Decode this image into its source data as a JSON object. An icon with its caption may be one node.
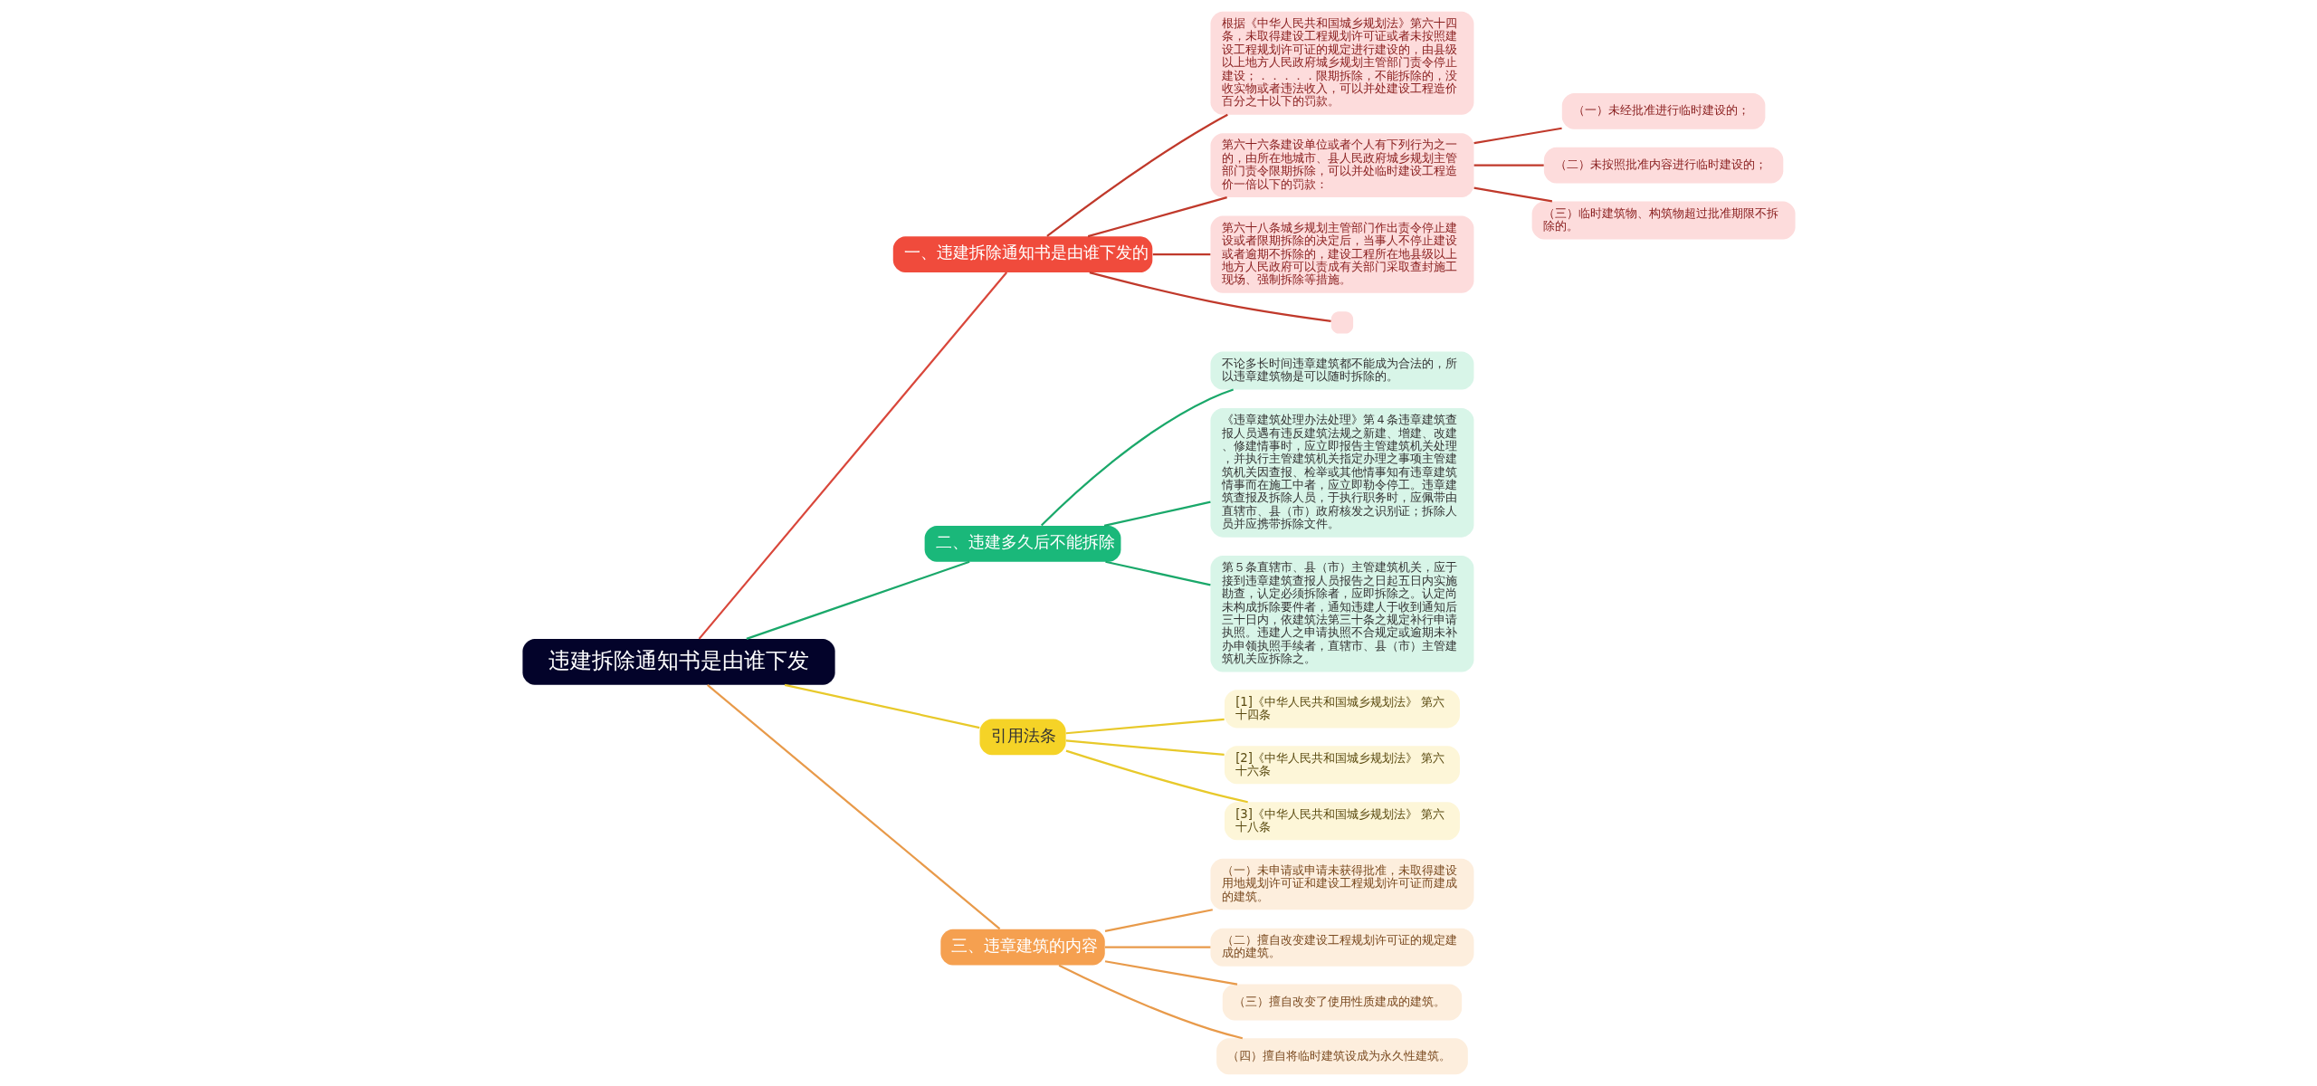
{
  "diagram": {
    "nodes": [
      {
        "text": [
          "违建拆除通知书是由谁下发"
        ]
      },
      {
        "text": [
          "一、违建拆除通知书是由谁下发的"
        ]
      },
      {
        "text": [
          "根据《中华人民共和国城乡规划法》第六十四条，未取得建设工程规划许可证或者未按照建设工程规划许可证的规定进行建设的，由县级以上地方人民政府城乡规划主管部门责令停止建设；．．．．．限期拆除，不能拆除的，没收实物或者违法收入，可以并处建设工程造价百分之十以下的罚款。"
        ]
      },
      {
        "text": [
          "第六十六条建设单位或者个人有下列行为之一的，由所在地城市、县人民政府城乡规划主管部门责令限期拆除，可以并处临时建设工程造价一倍以下的罚款："
        ]
      },
      {
        "text": [
          "（一）未经批准进行临时建设的；"
        ]
      },
      {
        "text": [
          "（二）未按照批准内容进行临时建设的；"
        ]
      },
      {
        "text": [
          "（三）临时建筑物、构筑物超过批准期限不拆除的。"
        ]
      },
      {
        "text": [
          "第六十八条城乡规划主管部门作出责令停止建设或者限期拆除的决定后，当事人不停止建设或者逾期不拆除的，建设工程所在地县级以上地方人民政府可以责成有关部门采取查封施工现场、强制拆除等措施。"
        ]
      },
      {
        "text": [],
        "shape": "box"
      },
      {
        "text": [
          "二、违建多久后不能拆除"
        ]
      },
      {
        "text": [
          "不论多长时间违章建筑都不能成为合法的，所以违章建筑物是可以随时拆除的。"
        ]
      },
      {
        "text": [
          "《违章建筑处理办法处理》第４条违章建筑查报人员遇有违反建筑法规之新建、增建、改建、修建情事时，应立即报告主管建筑机关处理，并执行主管建筑机关指定办理之事项主管建筑机关因查报、检举或其他情事知有违章建筑情事而在施工中者，应立即勒令停工。违章建筑查报及拆除人员，于执行职务时，应佩带由直辖市、县（市）政府核发之识别证；拆除人员并应携带拆除文件。"
        ]
      },
      {
        "text": [
          "第５条直辖市、县（市）主管建筑机关，应于接到违章建筑查报人员报告之日起五日内实施勘查，认定必须拆除者，应即拆除之。认定尚未构成拆除要件者，通知违建人于收到通知后三十日内，依建筑法第三十条之规定补行申请执照。违建人之申请执照不合规定或逾期未补办申领执照手续者，直辖市、县（市）主管建筑机关应拆除之。"
        ]
      },
      {
        "text": [
          "引用法条"
        ]
      },
      {
        "text": [
          "[1]《中华人民共和国城乡规划法》 第六十四条"
        ]
      },
      {
        "text": [
          "[2]《中华人民共和国城乡规划法》 第六十六条"
        ]
      },
      {
        "text": [
          "[3]《中华人民共和国城乡规划法》 第六十八条"
        ]
      },
      {
        "text": [
          "三、违章建筑的内容"
        ]
      },
      {
        "text": [
          "（一）未申请或申请未获得批准，未取得建设用地规划许可证和建设工程规划许可证而建成的建筑。"
        ]
      },
      {
        "text": [
          "（二）擅自改变建设工程规划许可证的规定建成的建筑。"
        ]
      },
      {
        "text": [
          "（三）擅自改变了使用性质建成的建筑。"
        ]
      },
      {
        "text": [
          "（四）擅自将临时建筑设成为永久性建筑。"
        ]
      }
    ],
    "edges": [
      {
        "from": 0,
        "to": 1,
        "arrow": "none",
        "color": "#d9473b"
      },
      {
        "from": 1,
        "to": 2,
        "arrow": "none",
        "color": "#c0392b"
      },
      {
        "from": 1,
        "to": 3,
        "arrow": "none",
        "color": "#c0392b"
      },
      {
        "from": 3,
        "to": 4,
        "arrow": "none",
        "color": "#c0392b"
      },
      {
        "from": 3,
        "to": 5,
        "arrow": "none",
        "color": "#c0392b"
      },
      {
        "from": 3,
        "to": 6,
        "arrow": "none",
        "color": "#c0392b"
      },
      {
        "from": 1,
        "to": 7,
        "arrow": "none",
        "color": "#c0392b"
      },
      {
        "from": 1,
        "to": 8,
        "arrow": "none",
        "color": "#c0392b"
      },
      {
        "from": 0,
        "to": 9,
        "arrow": "none",
        "color": "#1aa86a"
      },
      {
        "from": 9,
        "to": 10,
        "arrow": "none",
        "color": "#1aa86a"
      },
      {
        "from": 9,
        "to": 11,
        "arrow": "none",
        "color": "#1aa86a"
      },
      {
        "from": 9,
        "to": 12,
        "arrow": "none",
        "color": "#1aa86a"
      },
      {
        "from": 0,
        "to": 13,
        "arrow": "none",
        "color": "#e8c92a"
      },
      {
        "from": 13,
        "to": 14,
        "arrow": "none",
        "color": "#e8c92a"
      },
      {
        "from": 13,
        "to": 15,
        "arrow": "none",
        "color": "#e8c92a"
      },
      {
        "from": 13,
        "to": 16,
        "arrow": "none",
        "color": "#e8c92a"
      },
      {
        "from": 0,
        "to": 17,
        "arrow": "none",
        "color": "#e89a4a"
      },
      {
        "from": 17,
        "to": 18,
        "arrow": "none",
        "color": "#e89a4a"
      },
      {
        "from": 17,
        "to": 19,
        "arrow": "none",
        "color": "#e89a4a"
      },
      {
        "from": 17,
        "to": 20,
        "arrow": "none",
        "color": "#e89a4a"
      },
      {
        "from": 17,
        "to": 21,
        "arrow": "none",
        "color": "#e89a4a"
      }
    ]
  }
}
